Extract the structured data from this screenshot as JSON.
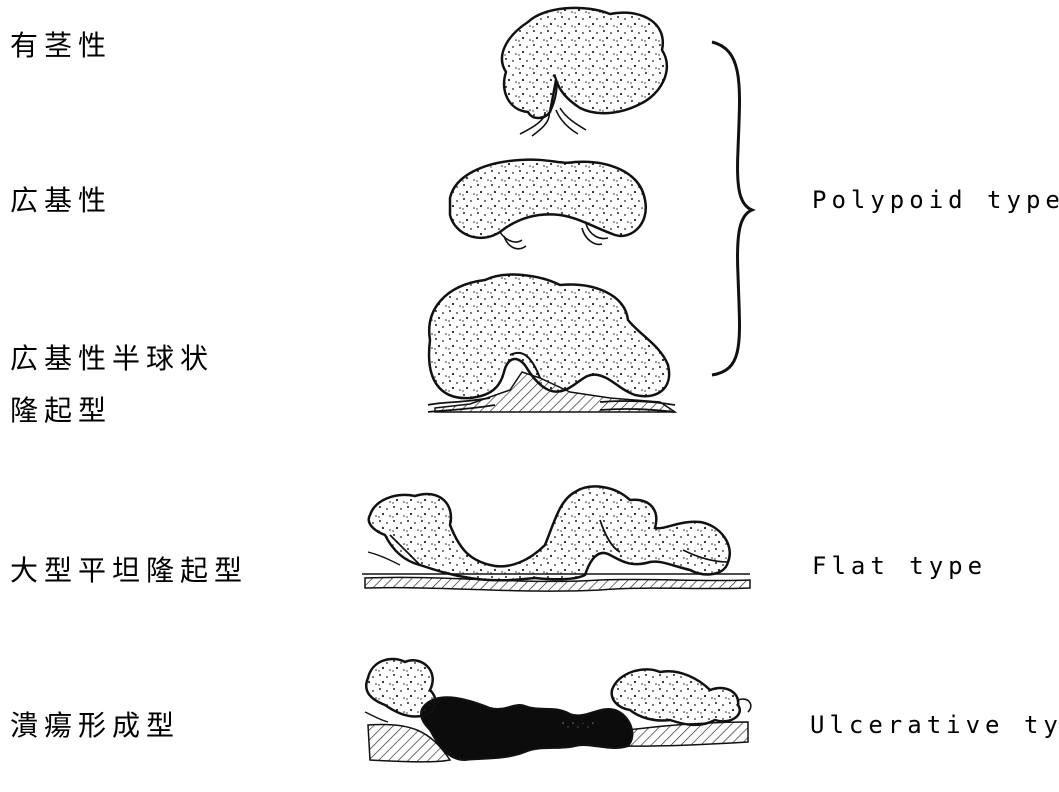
{
  "labels_jp": {
    "pedunculated": "有茎性",
    "sessile": "広基性",
    "sessile_hemispherical_line1": "広基性半球状",
    "sessile_hemispherical_line2": "隆起型",
    "large_flat_elevated": "大型平坦隆起型",
    "ulcer_forming": "潰瘍形成型"
  },
  "labels_en": {
    "polypoid": "Polypoid type",
    "flat": "Flat type",
    "ulcerative": "Ulcerative type"
  }
}
